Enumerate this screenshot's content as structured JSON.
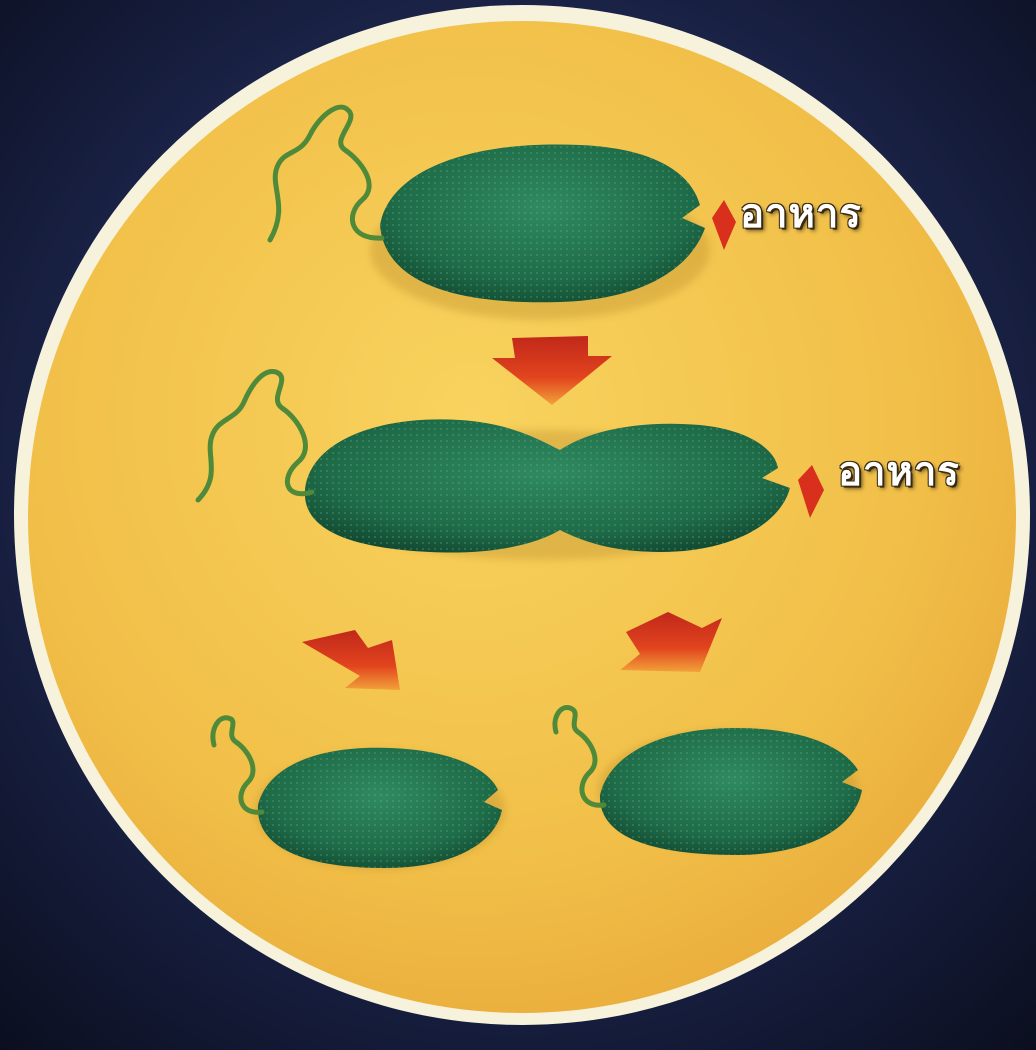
{
  "labels": {
    "food_top": "อาหาร",
    "food_middle": "อาหาร"
  },
  "colors": {
    "background": "#0d1226",
    "dish_fill": "#f2c24a",
    "dish_rim": "#f7f2dc",
    "cell_body": "#1f6b4a",
    "flagellum": "#4f8a3a",
    "arrow": "#d8301c",
    "food_particle": "#d8301c"
  },
  "icons": [
    "petri-dish",
    "bacterium-cell",
    "flagellum",
    "food-particle",
    "down-arrow"
  ]
}
